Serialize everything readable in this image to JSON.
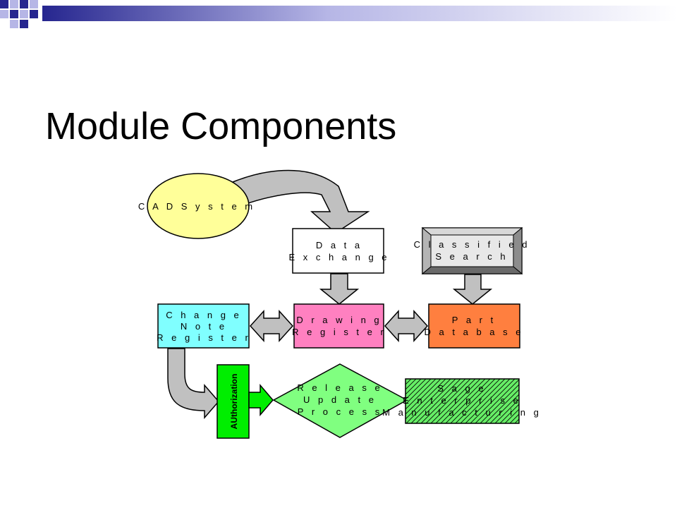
{
  "slide": {
    "title": "Module Components"
  },
  "colors": {
    "banner_dark": "#26268f",
    "banner_light": "#b6b6e6",
    "cad_fill": "#ffff99",
    "change_note_fill": "#80ffff",
    "drawing_register_fill": "#ff80c0",
    "part_database_fill": "#ff7f3f",
    "authorization_fill": "#00ee00",
    "release_fill": "#80ff80",
    "sage_fill": "#66ee66",
    "arrow_fill": "#c0c0c0",
    "bevel_face": "#e8e8e8"
  },
  "diagram": {
    "cad_system": [
      "C A D   S y s t e m"
    ],
    "data_exchange": [
      "D a t a",
      "E x c h a n g e"
    ],
    "classified_search": [
      "C l a s s i f i e d",
      "S e a r c h"
    ],
    "change_note_register": [
      "C h a n g e",
      "N o t e",
      "R e g i s t e r"
    ],
    "drawing_register": [
      "D r a w i n g",
      "R e g i s t e r"
    ],
    "part_database": [
      "P a r t",
      "D a t a b a s e"
    ],
    "authorization": "AUthorization",
    "release_update_process": [
      "R e l e a s e",
      "U p d a t e",
      "P r o c e s s"
    ],
    "sage_enterprise_manufacturing": [
      "S a g e",
      "E n t e r p r i s e",
      "M a n u f a c t u r i n g"
    ]
  }
}
